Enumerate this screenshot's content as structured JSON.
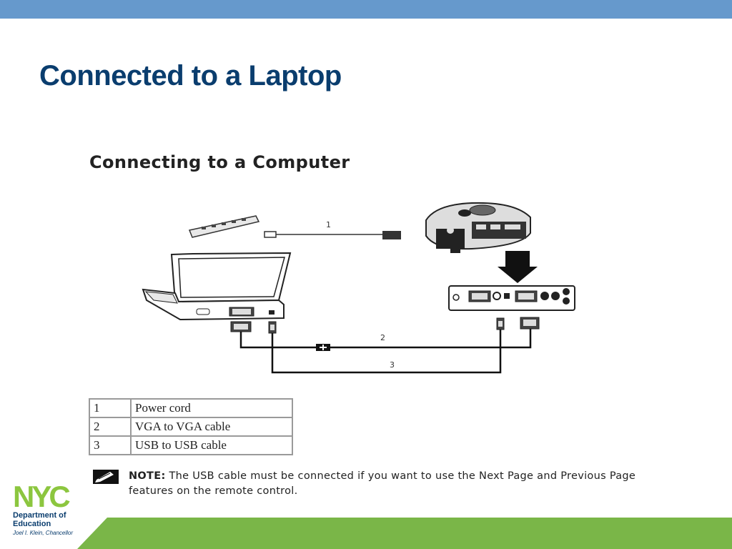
{
  "slide": {
    "title": "Connected to a Laptop"
  },
  "figure": {
    "heading": "Connecting to a Computer",
    "callouts": [
      "1",
      "2",
      "3"
    ]
  },
  "legend": [
    {
      "num": "1",
      "label": "Power cord"
    },
    {
      "num": "2",
      "label": "VGA to VGA cable"
    },
    {
      "num": "3",
      "label": "USB to USB cable"
    }
  ],
  "note": {
    "label": "NOTE:",
    "text": "The USB cable must be connected if you want to use the Next Page and Previous Page features on the remote control."
  },
  "logo": {
    "letters": "NYC",
    "department": "Department of Education",
    "chancellor": "Joel I. Klein, Chancellor"
  },
  "colors": {
    "top_bar": "#6699cc",
    "bottom_bar": "#7ab648",
    "title": "#0a3d6e"
  }
}
